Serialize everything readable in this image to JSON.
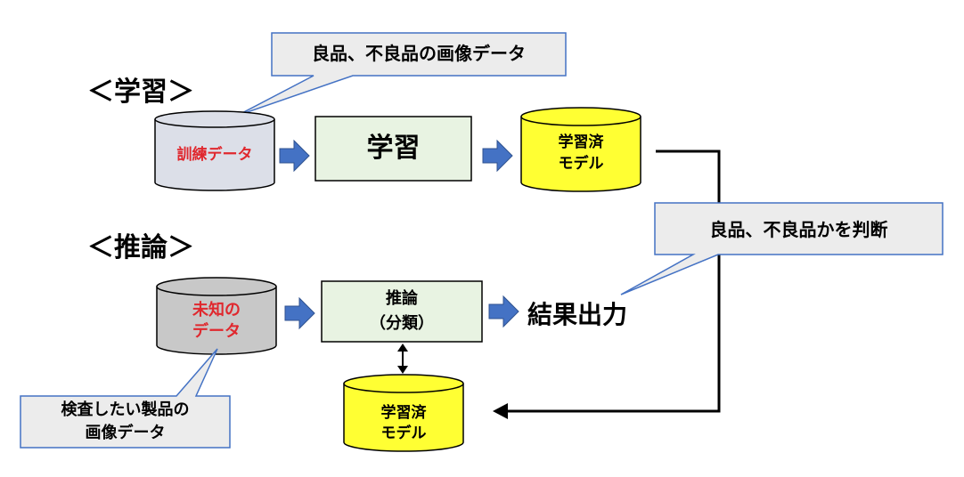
{
  "sections": {
    "training_heading": "＜学習＞",
    "inference_heading": "＜推論＞"
  },
  "training": {
    "callout": "良品、不良品の画像データ",
    "data_cylinder": "訓練データ",
    "process": "学習",
    "model_line1": "学習済",
    "model_line2": "モデル"
  },
  "inference": {
    "data_line1": "未知の",
    "data_line2": "データ",
    "process_line1": "推論",
    "process_line2": "（分類）",
    "result": "結果出力",
    "judge_callout": "良品、不良品かを判断",
    "input_callout_line1": "検査したい製品の",
    "input_callout_line2": "画像データ",
    "model_line1": "学習済",
    "model_line2": "モデル"
  },
  "colors": {
    "callout_fill": "#ececec",
    "callout_stroke": "#4472c4",
    "cylinder_light": "#dcdfe8",
    "cylinder_gray": "#c8c8c8",
    "model_yellow": "#ffff33",
    "process_green": "#e8f3e2",
    "arrow_blue": "#4472c4",
    "label_red": "#e0282e"
  }
}
